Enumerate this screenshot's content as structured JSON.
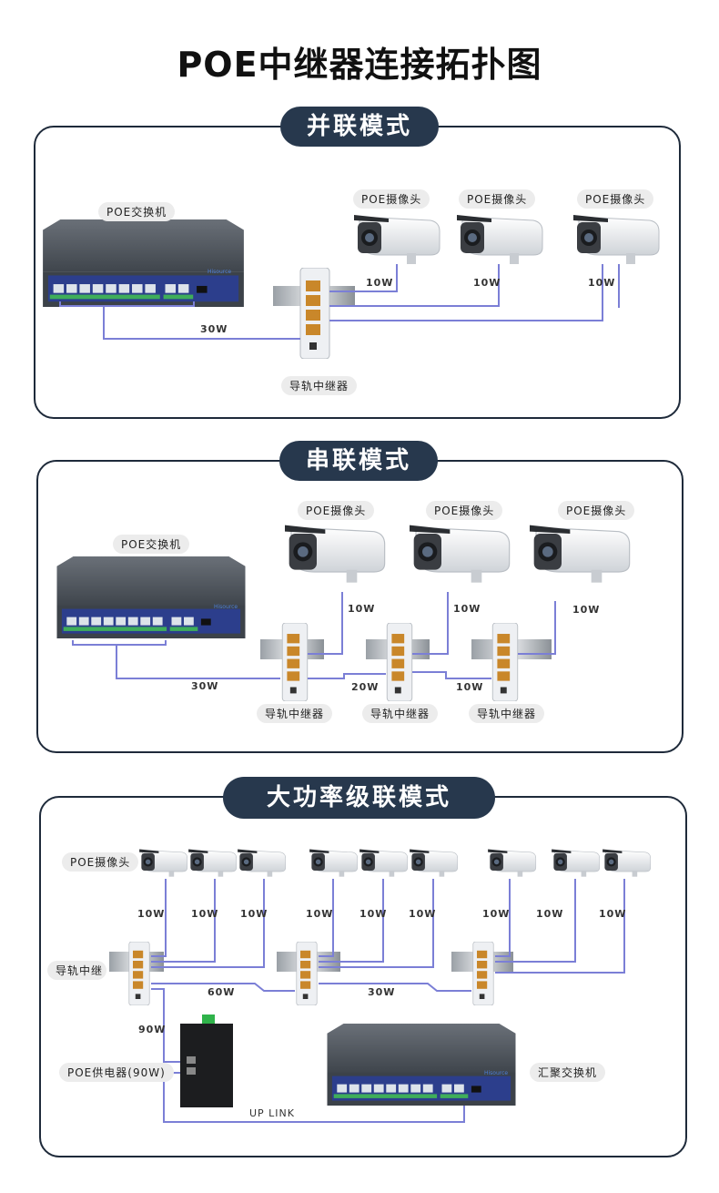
{
  "title": "POE中继器连接拓扑图",
  "sections": {
    "parallel": {
      "heading": "并联模式",
      "switch_label": "POE交换机",
      "camera_labels": [
        "POE摄像头",
        "POE摄像头",
        "POE摄像头"
      ],
      "repeater_label": "导轨中继器",
      "watts": {
        "c1": "10W",
        "c2": "10W",
        "c3": "10W",
        "uplink": "30W"
      }
    },
    "serial": {
      "heading": "串联模式",
      "switch_label": "POE交换机",
      "camera_labels": [
        "POE摄像头",
        "POE摄像头",
        "POE摄像头"
      ],
      "repeater_labels": [
        "导轨中继器",
        "导轨中继器",
        "导轨中继器"
      ],
      "watts": {
        "c1": "10W",
        "c2": "10W",
        "c3": "10W",
        "uplink": "30W",
        "link1": "20W",
        "link2": "10W"
      }
    },
    "cascade": {
      "heading": "大功率级联模式",
      "camera_label": "POE摄像头",
      "repeater_label": "导轨中继",
      "camera_watts": [
        "10W",
        "10W",
        "10W",
        "10W",
        "10W",
        "10W",
        "10W",
        "10W",
        "10W"
      ],
      "link_watts": {
        "a": "60W",
        "b": "30W"
      },
      "injector_watt": "90W",
      "injector_label": "POE供电器(90W)",
      "agg_switch_label": "汇聚交换机",
      "uplink_label": "UP LINK"
    }
  },
  "brand": "Hisource",
  "colors": {
    "panel_border": "#1e2a3a",
    "pill": "#27384d",
    "cable": "#7b7fd6",
    "switch_body": "#4a5058",
    "port_bar": "#2c3e8c"
  }
}
